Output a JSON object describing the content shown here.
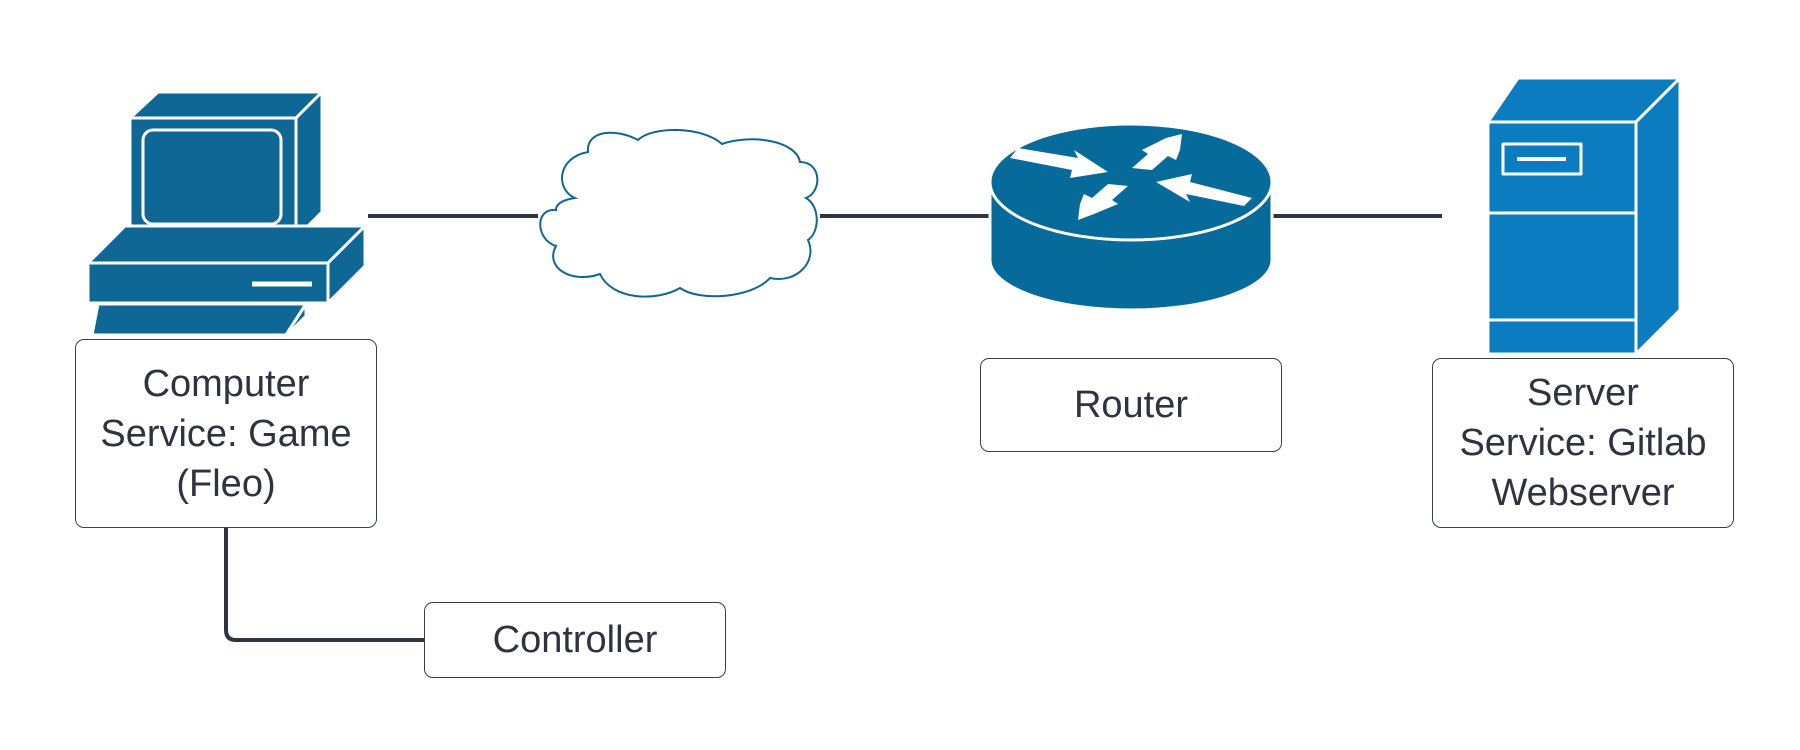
{
  "diagram": {
    "nodes": {
      "computer": {
        "lines": [
          "Computer",
          "Service: Game",
          "(Fleo)"
        ],
        "icon": "desktop-computer-icon"
      },
      "cloud": {
        "icon": "cloud-icon"
      },
      "router": {
        "lines": [
          "Router"
        ],
        "icon": "router-icon"
      },
      "server": {
        "lines": [
          "Server",
          "Service: Gitlab",
          "Webserver"
        ],
        "icon": "server-tower-icon"
      },
      "controller": {
        "lines": [
          "Controller"
        ]
      }
    },
    "edges": [
      {
        "from": "computer",
        "to": "cloud"
      },
      {
        "from": "cloud",
        "to": "router"
      },
      {
        "from": "router",
        "to": "server"
      },
      {
        "from": "computer",
        "to": "controller"
      }
    ],
    "colors": {
      "icon_blue": "#0f6796",
      "server_blue": "#0a7cbf",
      "router_blue": "#066a9a",
      "line": "#2e3340",
      "text": "#2e3340"
    }
  }
}
